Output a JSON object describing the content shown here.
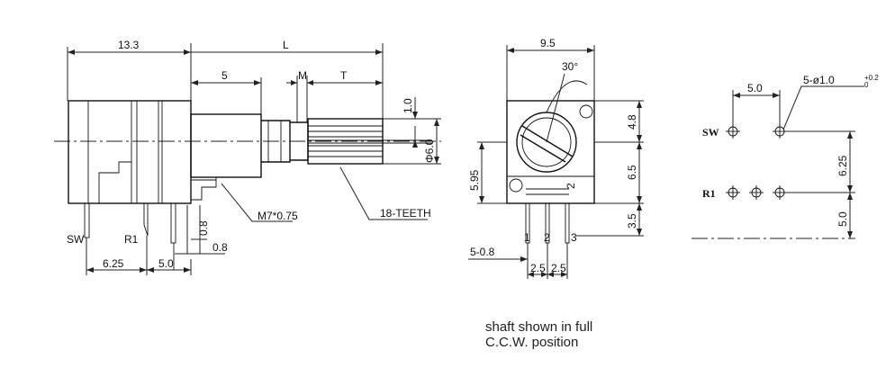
{
  "dims": {
    "d13_3": "13.3",
    "dL": "L",
    "d5": "5",
    "dM": "M",
    "dT": "T",
    "d1_0": "1.0",
    "dphi6": "Φ6.0",
    "m7": "M7*0.75",
    "teeth": "18-TEETH",
    "sw": "SW",
    "r1": "R1",
    "d0_8a": "0.8",
    "d0_8b": "0.8",
    "d6_25": "6.25",
    "d5_0": "5.0",
    "d9_5": "9.5",
    "d30": "30°",
    "d4_8": "4.8",
    "d5_95": "5.95",
    "d6_5": "6.5",
    "d2": "2",
    "d3_5": "3.5",
    "d5_0_8": "5-0.8",
    "d2_5a": "2.5",
    "d2_5b": "2.5",
    "p1": "1",
    "p2": "2",
    "p3": "3",
    "r5_0": "5.0",
    "hole": "5-ø1.0",
    "tolUp": "+0.2",
    "tolDn": "0",
    "rsw": "SW",
    "rr1": "R1",
    "r6_25": "6.25",
    "r5_0v": "5.0"
  },
  "notes": {
    "line1": "shaft shown in full",
    "line2": "C.C.W. position"
  }
}
